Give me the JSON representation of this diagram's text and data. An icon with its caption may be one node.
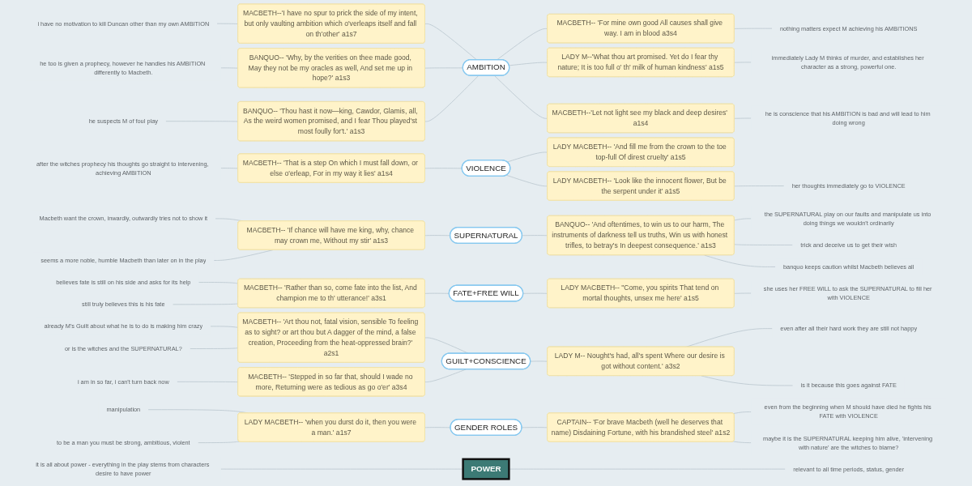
{
  "diagram": {
    "nodes": [
      {
        "text": [
          "AMBITION"
        ]
      },
      {
        "text": [
          "MACBETH--'I have no spur to prick the side of my intent, but only vaulting ambition which o'verleaps itself and fall on th'other' a1s7"
        ]
      },
      {
        "text": [
          "i have no motivation to kill Duncan other than my own AMBITION"
        ]
      },
      {
        "text": [
          "MACBETH-- 'For mine own good All causes shall give way. I am in blood a3s4"
        ]
      },
      {
        "text": [
          "nothing matters expect M achieving his AMBITIONS"
        ]
      },
      {
        "text": [
          "LADY M--'What thou art promised. Yet do I fear thy nature; It is too full o' th' milk of human kindness' a1s5"
        ]
      },
      {
        "text": [
          "immediately Lady M thinks of murder, and establishes her character as a strong, powerful one."
        ]
      },
      {
        "text": [
          "BANQUO-- 'Why, by the verities on thee made good, May they not be my oracles as well, And set me up in hope?' a1s3"
        ]
      },
      {
        "text": [
          "he too is given a prophecy, however he handles his AMBITION differently to Macbeth."
        ]
      },
      {
        "text": [
          "BANQUO-- 'Thou hast it now—king, Cawdor, Glamis, all, As the weird women promised, and I fear Thou played'st most foully for't.' a1s3"
        ]
      },
      {
        "text": [
          "he suspects M of foul play"
        ]
      },
      {
        "text": [
          "MACBETH--'Let not light see my black and deep desires' a1s4"
        ]
      },
      {
        "text": [
          "he is conscience that his AMBITION is bad and will lead to him doing wrong"
        ]
      },
      {
        "text": [
          "VIOLENCE"
        ]
      },
      {
        "text": [
          "LADY MACBETH-- 'And fill me from the crown to the toe top-full Of direst cruelty' a1s5"
        ]
      },
      {
        "text": [
          "LADY MACBETH-- 'Look like the innocent flower, But be the serpent under it' a1s5"
        ]
      },
      {
        "text": [
          "her thoughts immediately go to VIOLENCE"
        ]
      },
      {
        "text": [
          "MACBETH-- 'That is a step On which I must fall down, or else o'erleap, For in my way it lies' a1s4"
        ]
      },
      {
        "text": [
          "after the witches prophecy his thoughts go straight to intervening, achieving AMBITION"
        ]
      },
      {
        "text": [
          "SUPERNATURAL"
        ]
      },
      {
        "text": [
          "MACBETH-- 'If chance will have me king, why, chance may crown me, Without my stir' a1s3"
        ]
      },
      {
        "text": [
          "Macbeth want the crown, inwardly, outwardly tries not to show it"
        ]
      },
      {
        "text": [
          "seems a more noble, humble Macbeth than later on in the play"
        ]
      },
      {
        "text": [
          "BANQUO-- 'And oftentimes, to win us to our harm, The instruments of darkness tell us truths, Win us with honest trifles, to betray's In deepest consequence.' a1s3"
        ]
      },
      {
        "text": [
          "the SUPERNATURAL play on our faults and manipulate us into doing things we wouldn't ordinarily"
        ]
      },
      {
        "text": [
          "trick and deceive us to get their wish"
        ]
      },
      {
        "text": [
          "banquo keeps caution whilst Macbeth believes all"
        ]
      },
      {
        "text": [
          "FATE+FREE WILL"
        ]
      },
      {
        "text": [
          "MACBETH-- 'Rather than so, come fate into the list, And champion me to th' utterance!' a3s1"
        ]
      },
      {
        "text": [
          "believes fate is still on his side and asks for its help"
        ]
      },
      {
        "text": [
          "still truly believes this is his fate"
        ]
      },
      {
        "text": [
          "LADY MACBETH-- \"Come, you spirits That tend on mortal thoughts, unsex me here' a1s5"
        ]
      },
      {
        "text": [
          "she uses her FREE WILL to ask the SUPERNATURAL to fill her with VIOLENCE"
        ]
      },
      {
        "text": [
          "GUILT+CONSCIENCE"
        ]
      },
      {
        "text": [
          "MACBETH-- 'Art thou not, fatal vision, sensible To feeling as to sight? or art thou but A dagger of the mind, a false creation, Proceeding from the heat-oppressed brain?' a2s1"
        ]
      },
      {
        "text": [
          "already M's Guilt about what he is to do is making him crazy"
        ]
      },
      {
        "text": [
          "or is the witches and the SUPERNATURAL?"
        ]
      },
      {
        "text": [
          "LADY M-- Nought's had, all's spent Where our desire is got without content.' a3s2"
        ]
      },
      {
        "text": [
          "even after all their hard work they are still not happy"
        ]
      },
      {
        "text": [
          "is it because this goes against FATE"
        ]
      },
      {
        "text": [
          "MACBETH-- 'Stepped in so far that, should I wade no more, Returning were as tedious as go o'er' a3s4"
        ]
      },
      {
        "text": [
          "i am in so far, i can't turn back now"
        ]
      },
      {
        "text": [
          "GENDER ROLES"
        ]
      },
      {
        "text": [
          "LADY MACBETH-- 'when you durst do it, then you were a man.' a1s7"
        ]
      },
      {
        "text": [
          "manipulation"
        ]
      },
      {
        "text": [
          "to be a man you must be strong, ambitious, violent"
        ]
      },
      {
        "text": [
          "CAPTAIN-- 'For brave Macbeth (well he deserves that name) Disdaining Fortune, with his brandished steel' a1s2"
        ]
      },
      {
        "text": [
          "even from the beginning when M should have died he fights his FATE with VIOLENCE"
        ]
      },
      {
        "text": [
          "maybe it is the SUPERNATURAL keeping him alive, 'intervening with nature' are the witches to blame?"
        ]
      },
      {
        "text": [
          "POWER"
        ]
      },
      {
        "text": [
          "it is all about power - everything in the play stems from characters desire to have power"
        ]
      },
      {
        "text": [
          "relevant to all time periods, status, gender"
        ]
      }
    ],
    "edges": [
      {
        "from": 1,
        "to": 0,
        "arrow": "none"
      },
      {
        "from": 2,
        "to": 1,
        "arrow": "none"
      },
      {
        "from": 0,
        "to": 3,
        "arrow": "none"
      },
      {
        "from": 3,
        "to": 4,
        "arrow": "none"
      },
      {
        "from": 0,
        "to": 5,
        "arrow": "none"
      },
      {
        "from": 5,
        "to": 6,
        "arrow": "none"
      },
      {
        "from": 7,
        "to": 0,
        "arrow": "none"
      },
      {
        "from": 8,
        "to": 7,
        "arrow": "none"
      },
      {
        "from": 9,
        "to": 0,
        "arrow": "none"
      },
      {
        "from": 10,
        "to": 9,
        "arrow": "none"
      },
      {
        "from": 0,
        "to": 11,
        "arrow": "none"
      },
      {
        "from": 11,
        "to": 12,
        "arrow": "none"
      },
      {
        "from": 13,
        "to": 14,
        "arrow": "none"
      },
      {
        "from": 13,
        "to": 15,
        "arrow": "none"
      },
      {
        "from": 15,
        "to": 16,
        "arrow": "none"
      },
      {
        "from": 17,
        "to": 13,
        "arrow": "none"
      },
      {
        "from": 18,
        "to": 17,
        "arrow": "none"
      },
      {
        "from": 20,
        "to": 19,
        "arrow": "none"
      },
      {
        "from": 21,
        "to": 20,
        "arrow": "none"
      },
      {
        "from": 22,
        "to": 20,
        "arrow": "none"
      },
      {
        "from": 19,
        "to": 23,
        "arrow": "none"
      },
      {
        "from": 23,
        "to": 24,
        "arrow": "none"
      },
      {
        "from": 23,
        "to": 25,
        "arrow": "none"
      },
      {
        "from": 23,
        "to": 26,
        "arrow": "none"
      },
      {
        "from": 28,
        "to": 27,
        "arrow": "none"
      },
      {
        "from": 29,
        "to": 28,
        "arrow": "none"
      },
      {
        "from": 30,
        "to": 28,
        "arrow": "none"
      },
      {
        "from": 27,
        "to": 31,
        "arrow": "none"
      },
      {
        "from": 31,
        "to": 32,
        "arrow": "none"
      },
      {
        "from": 34,
        "to": 33,
        "arrow": "none"
      },
      {
        "from": 35,
        "to": 34,
        "arrow": "none"
      },
      {
        "from": 36,
        "to": 34,
        "arrow": "none"
      },
      {
        "from": 33,
        "to": 37,
        "arrow": "none"
      },
      {
        "from": 37,
        "to": 38,
        "arrow": "none"
      },
      {
        "from": 37,
        "to": 39,
        "arrow": "none"
      },
      {
        "from": 40,
        "to": 33,
        "arrow": "none"
      },
      {
        "from": 41,
        "to": 40,
        "arrow": "none"
      },
      {
        "from": 43,
        "to": 42,
        "arrow": "none"
      },
      {
        "from": 44,
        "to": 43,
        "arrow": "none"
      },
      {
        "from": 45,
        "to": 43,
        "arrow": "none"
      },
      {
        "from": 42,
        "to": 46,
        "arrow": "none"
      },
      {
        "from": 46,
        "to": 47,
        "arrow": "none"
      },
      {
        "from": 46,
        "to": 48,
        "arrow": "none"
      },
      {
        "from": 50,
        "to": 49,
        "arrow": "none"
      },
      {
        "from": 49,
        "to": 51,
        "arrow": "none"
      }
    ]
  }
}
